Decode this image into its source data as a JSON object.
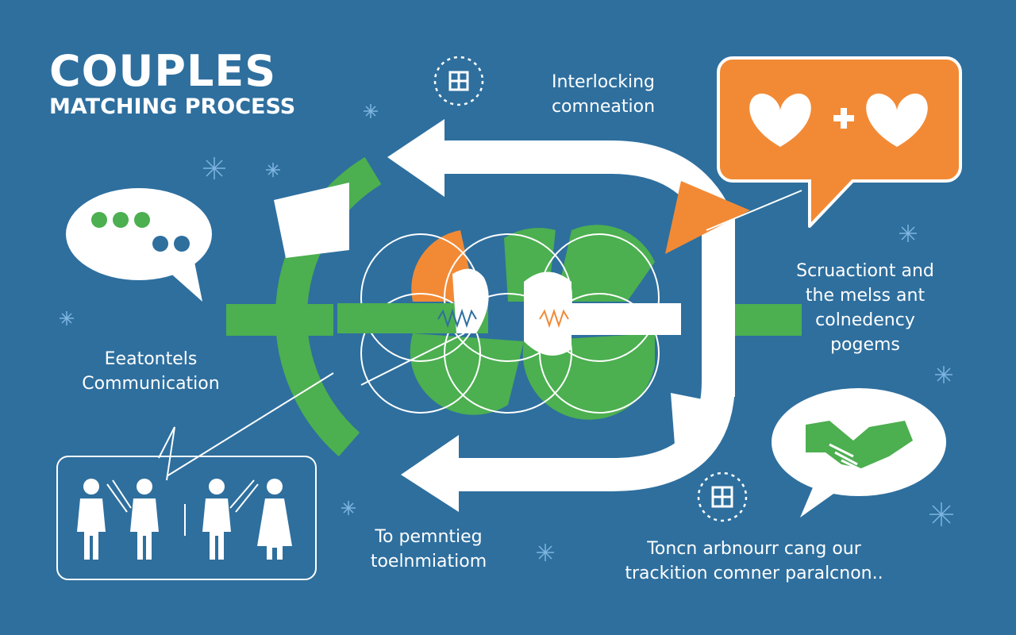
{
  "title": {
    "main": "COUPLES",
    "sub": "MATCHING PROCESS"
  },
  "labels": {
    "top": "Interlocking\ncomneation",
    "left": "Eeatontels\nCommunication",
    "right": "Scruactiont and\nthe melss ant\ncolnedency\npogems",
    "bottom": "To pemntieg\ntoelnmiatiom",
    "bottom_right": "Toncn arbnourr cang our\ntrackition comner paralcnon.."
  },
  "icons": [
    "speech-bubble-dots-icon",
    "heart-plus-heart-icon",
    "handshake-icon",
    "couple-people-icon",
    "medical-plus-icon",
    "interlocking-rings-icon",
    "cycle-arrows-icon"
  ],
  "colors": {
    "background": "#2e6f9e",
    "green": "#4caf50",
    "orange": "#f28a35",
    "white": "#ffffff",
    "blue_dot": "#2e6f9e"
  }
}
